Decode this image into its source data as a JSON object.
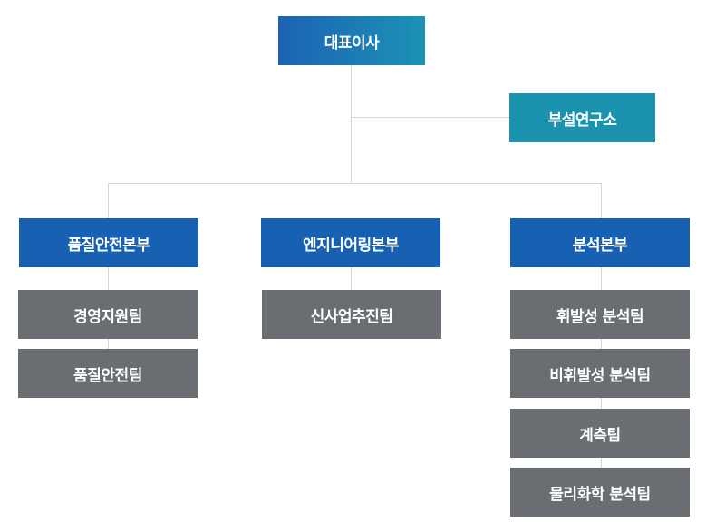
{
  "ceo": "대표이사",
  "lab": "부설연구소",
  "divisions": [
    {
      "name": "품질안전본부",
      "teams": [
        "경영지원팀",
        "품질안전팀"
      ]
    },
    {
      "name": "엔지니어링본부",
      "teams": [
        "신사업추진팀"
      ]
    },
    {
      "name": "분석본부",
      "teams": [
        "휘발성 분석팀",
        "비휘발성 분석팀",
        "계측팀",
        "물리화학 분석팀"
      ]
    }
  ],
  "colors": {
    "ceo_gradient": [
      "#1d62b3",
      "#1b93b5"
    ],
    "lab": "#1b93ae",
    "division": "#1860b1",
    "team": "#6a6d71",
    "connector": "#d6d6d6"
  }
}
